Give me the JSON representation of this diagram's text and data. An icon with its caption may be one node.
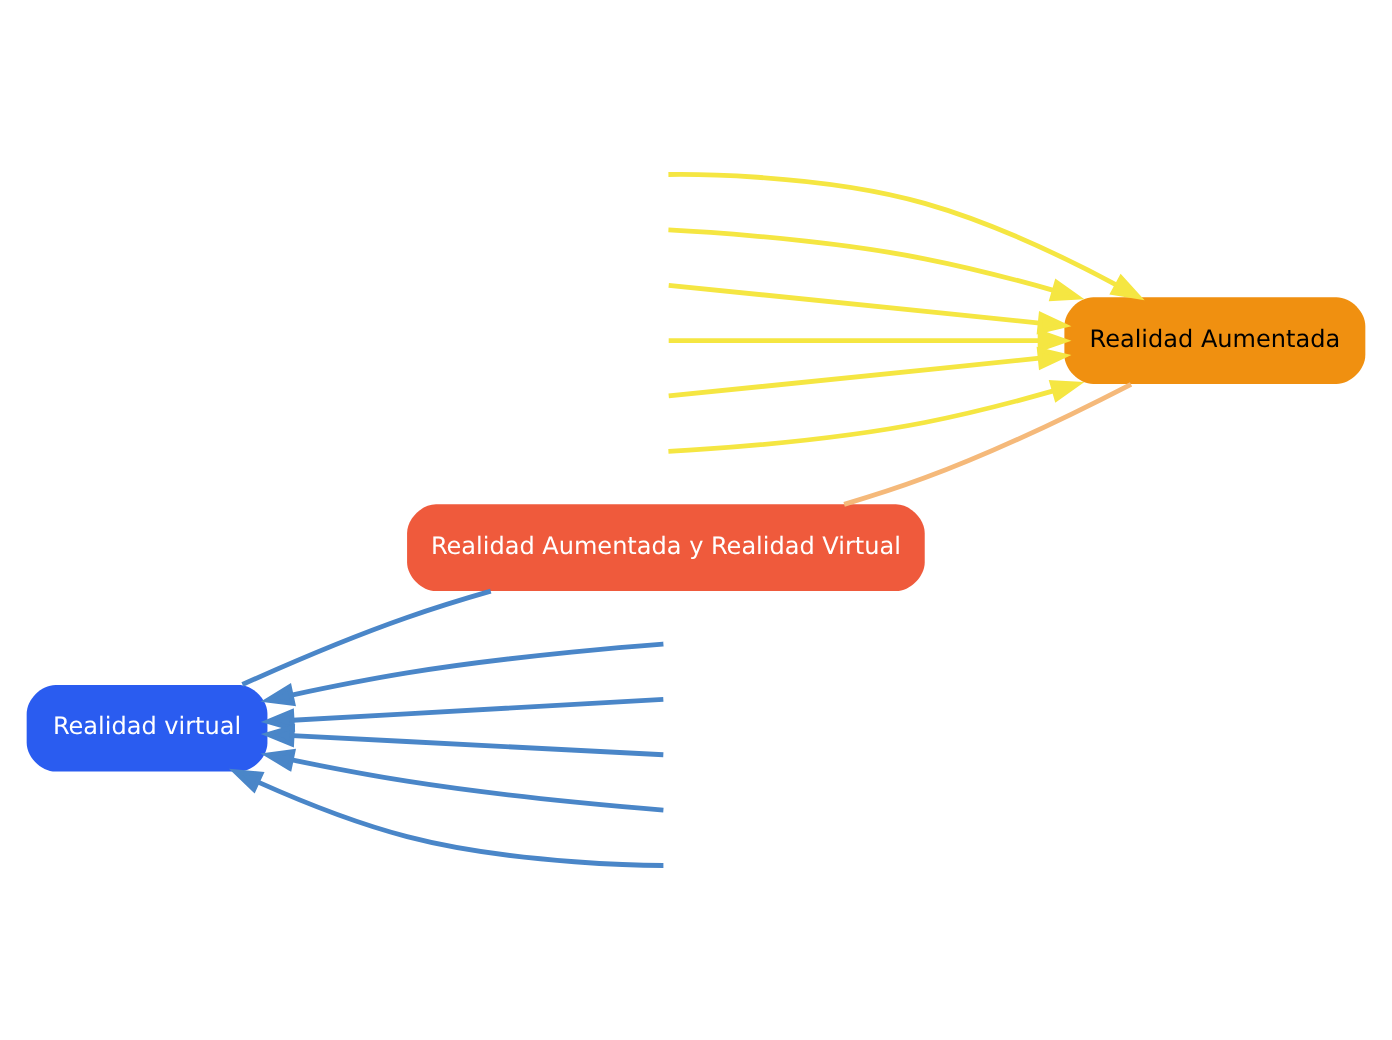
{
  "diagram": {
    "nodes": [
      {
        "text": [
          "Realidad Aumentada y Realidad Virtual"
        ]
      },
      {
        "text": [
          "Realidad virtual"
        ]
      },
      {
        "text": [
          "Realidad Aumentada"
        ]
      }
    ],
    "edges": [
      {
        "from": 0,
        "to": 1,
        "arrow": "none",
        "color": "#4a86c8"
      },
      {
        "from": 0,
        "to": 2,
        "arrow": "none",
        "color": "#f5b97a"
      },
      {
        "from": null,
        "to": 1,
        "arrow": "to",
        "color": "#4a86c8"
      },
      {
        "from": null,
        "to": 1,
        "arrow": "to",
        "color": "#4a86c8"
      },
      {
        "from": null,
        "to": 1,
        "arrow": "to",
        "color": "#4a86c8"
      },
      {
        "from": null,
        "to": 1,
        "arrow": "to",
        "color": "#4a86c8"
      },
      {
        "from": null,
        "to": 1,
        "arrow": "to",
        "color": "#4a86c8"
      },
      {
        "from": null,
        "to": 2,
        "arrow": "to",
        "color": "#f5e642"
      },
      {
        "from": null,
        "to": 2,
        "arrow": "to",
        "color": "#f5e642"
      },
      {
        "from": null,
        "to": 2,
        "arrow": "to",
        "color": "#f5e642"
      },
      {
        "from": null,
        "to": 2,
        "arrow": "to",
        "color": "#f5e642"
      },
      {
        "from": null,
        "to": 2,
        "arrow": "to",
        "color": "#f5e642"
      },
      {
        "from": null,
        "to": 2,
        "arrow": "to",
        "color": "#f5e642"
      }
    ]
  }
}
